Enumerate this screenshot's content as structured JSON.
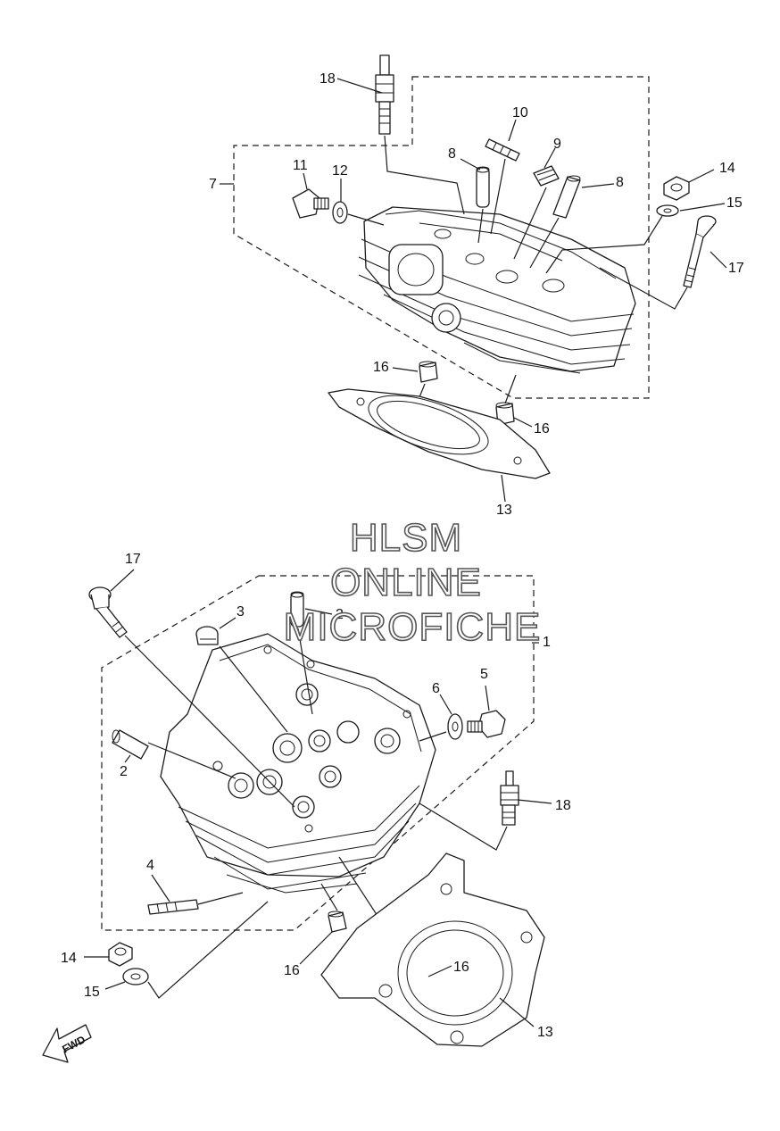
{
  "watermark": {
    "line1": "HLSM",
    "line2": "ONLINE",
    "line3": "MICROFICHE"
  },
  "direction_label": "FWD",
  "callouts": {
    "c1": "1",
    "c2a": "2",
    "c2b": "2",
    "c3": "3",
    "c4": "4",
    "c5": "5",
    "c6": "6",
    "c7": "7",
    "c8a": "8",
    "c8b": "8",
    "c9": "9",
    "c10": "10",
    "c11": "11",
    "c12": "12",
    "c13a": "13",
    "c13b": "13",
    "c14a": "14",
    "c14b": "14",
    "c15a": "15",
    "c15b": "15",
    "c16a": "16",
    "c16b": "16",
    "c16c": "16",
    "c16d": "16",
    "c17a": "17",
    "c17b": "17",
    "c18a": "18",
    "c18b": "18"
  }
}
